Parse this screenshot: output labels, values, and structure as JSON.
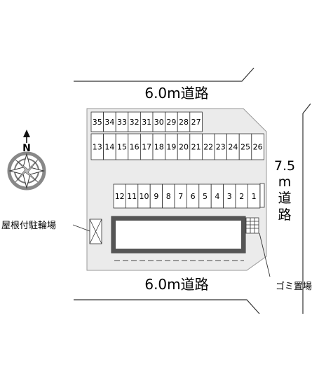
{
  "roads": {
    "top_label": "6.0m道路",
    "bottom_label": "6.0m道路",
    "right_label_chars": [
      "7.5",
      "m",
      "道",
      "路"
    ]
  },
  "compass": {
    "north_label": "N"
  },
  "callouts": {
    "bicycle_parking": "屋根付駐輪場",
    "garbage_area": "ゴミ置場"
  },
  "parking": {
    "row_top": [
      "35",
      "34",
      "33",
      "32",
      "31",
      "30",
      "29",
      "28",
      "27"
    ],
    "row_middle": [
      "13",
      "14",
      "15",
      "16",
      "17",
      "18",
      "19",
      "20",
      "21",
      "22",
      "23",
      "24",
      "25",
      "26"
    ],
    "row_bottom": [
      "12",
      "11",
      "10",
      "9",
      "8",
      "7",
      "6",
      "5",
      "4",
      "3",
      "2",
      "1"
    ]
  },
  "colors": {
    "lot": "#ebebeb",
    "building": "#555555",
    "line": "#333333"
  }
}
